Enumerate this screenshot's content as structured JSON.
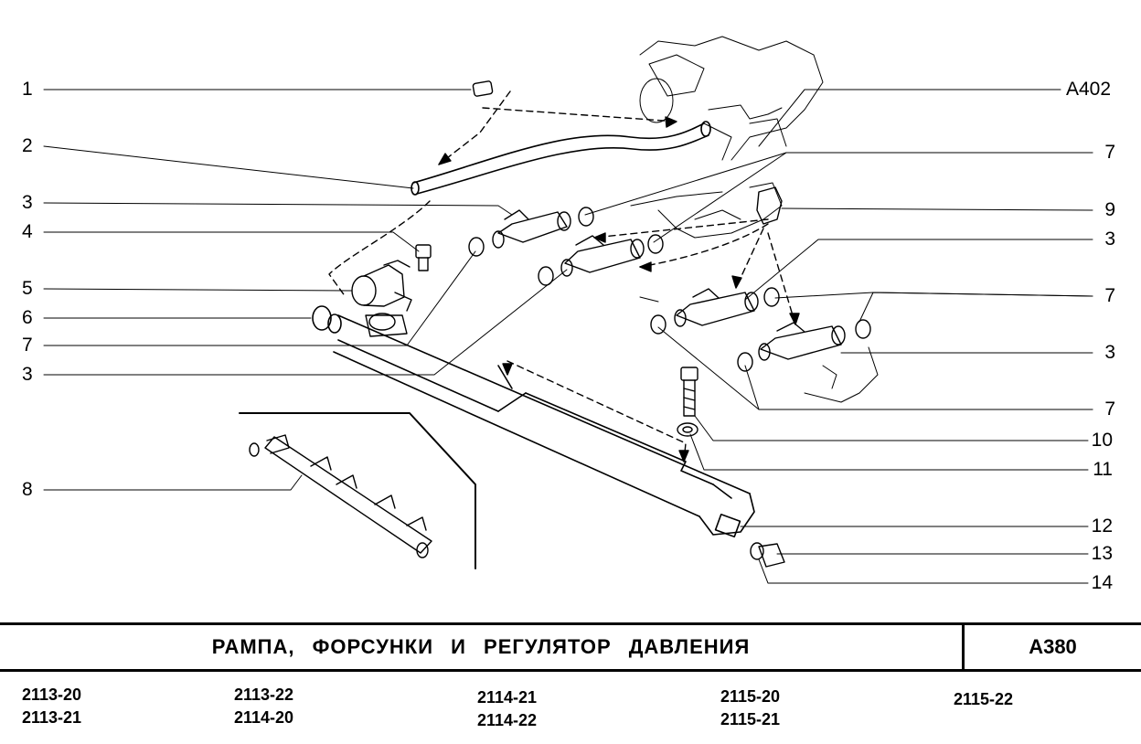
{
  "title": "РАМПА,  ФОРСУНКИ  И  РЕГУЛЯТОР  ДАВЛЕНИЯ",
  "sheet_code": "А380",
  "reference": "А402",
  "callouts_left": [
    "1",
    "2",
    "3",
    "4",
    "5",
    "6",
    "7",
    "3",
    "8"
  ],
  "callouts_right": [
    "7",
    "9",
    "3",
    "7",
    "3",
    "7",
    "10",
    "11",
    "12",
    "13",
    "14"
  ],
  "models": [
    [
      "2113-20",
      "2113-21"
    ],
    [
      "2113-22",
      "2114-20"
    ],
    [
      "2114-21",
      "2114-22"
    ],
    [
      "2115-20",
      "2115-21"
    ],
    [
      "2115-22"
    ]
  ]
}
